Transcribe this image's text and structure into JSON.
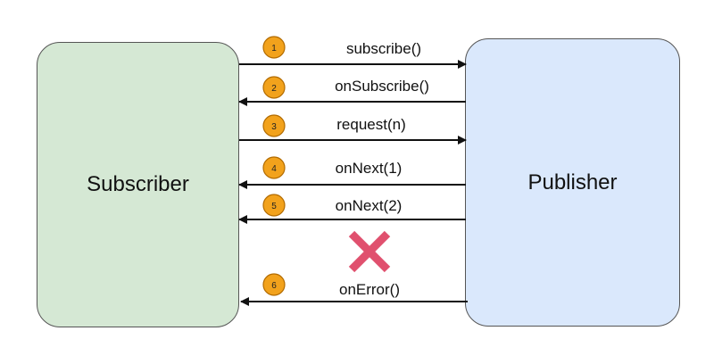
{
  "participants": {
    "subscriber": "Subscriber",
    "publisher": "Publisher"
  },
  "messages": [
    {
      "step": "1",
      "label": "subscribe()",
      "direction": "right"
    },
    {
      "step": "2",
      "label": "onSubscribe()",
      "direction": "left"
    },
    {
      "step": "3",
      "label": "request(n)",
      "direction": "right"
    },
    {
      "step": "4",
      "label": "onNext(1)",
      "direction": "left"
    },
    {
      "step": "5",
      "label": "onNext(2)",
      "direction": "left"
    },
    {
      "step": "6",
      "label": "onError()",
      "direction": "left"
    }
  ],
  "failure_marker": {
    "icon": "cross-icon",
    "color": "#e0506e"
  },
  "colors": {
    "subscriber_fill": "#d5e8d4",
    "publisher_fill": "#dae8fc",
    "badge": "#f2a21c",
    "arrow": "#111111"
  }
}
